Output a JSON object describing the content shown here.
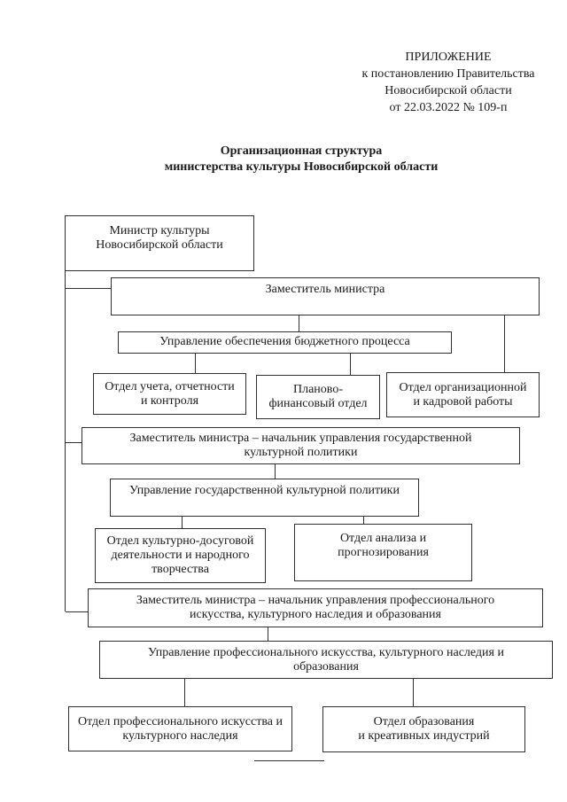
{
  "colors": {
    "background": "#ffffff",
    "ink": "#1a1a1a",
    "box_border": "#2f2f2f"
  },
  "header": {
    "appendix_block": "ПРИЛОЖЕНИЕ\nк постановлению Правительства\nНовосибирской области\nот 22.03.2022  № 109-п"
  },
  "title": {
    "text": "Организационная структура\nминистерства культуры Новосибирской области"
  },
  "org_chart": {
    "nodes": {
      "minister": {
        "label": "Министр культуры\nНовосибирской области"
      },
      "deputy_minister": {
        "label": "Заместитель министра"
      },
      "budget_dept": {
        "label": "Управление обеспечения бюджетного процесса"
      },
      "dept_accounting": {
        "label": "Отдел учета, отчетности\nи контроля"
      },
      "dept_planning": {
        "label": "Планово-\nфинансовый отдел"
      },
      "dept_org_hr": {
        "label": "Отдел организационной\nи кадровой работы"
      },
      "deputy_cultural": {
        "label": "Заместитель министра – начальник управления государственной\nкультурной политики"
      },
      "cultural_dept": {
        "label": "Управление государственной культурной политики"
      },
      "dept_leisure": {
        "label": "Отдел культурно-досуговой\nдеятельности и народного\nтворчества"
      },
      "dept_analysis": {
        "label": "Отдел анализа и\nпрогнозирования"
      },
      "deputy_professional": {
        "label": "Заместитель министра – начальник управления профессионального\nискусства, культурного наследия и образования"
      },
      "professional_dept": {
        "label": "Управление профессионального искусства, культурного наследия и\nобразования"
      },
      "dept_art_heritage": {
        "label": "Отдел профессионального искусства и\nкультурного наследия"
      },
      "dept_education": {
        "label": "Отдел образования\nи креативных индустрий"
      }
    }
  }
}
